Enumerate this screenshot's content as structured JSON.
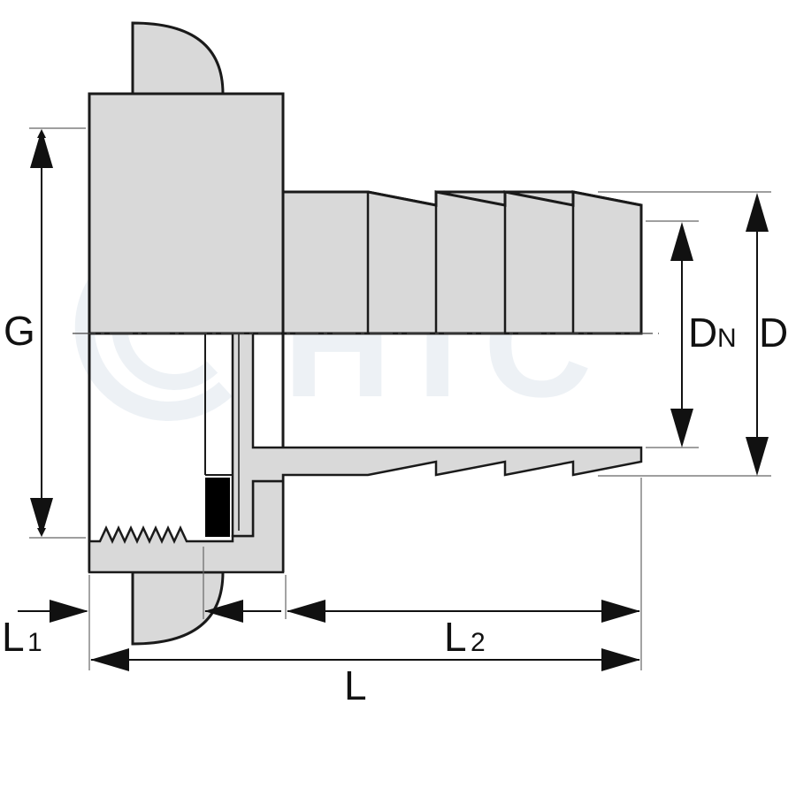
{
  "diagram": {
    "labels": {
      "G": "G",
      "DN_main": "D",
      "DN_sub": "N",
      "D": "D",
      "L1_main": "L",
      "L1_sub": "1",
      "L2_main": "L",
      "L2_sub": "2",
      "L": "L"
    },
    "watermark": "HTC",
    "colors": {
      "part_fill": "#d9d9d9",
      "outline": "#1a1a1a",
      "seal": "#000000",
      "watermark": "#dfe7ee",
      "dimension": "#111111"
    }
  }
}
